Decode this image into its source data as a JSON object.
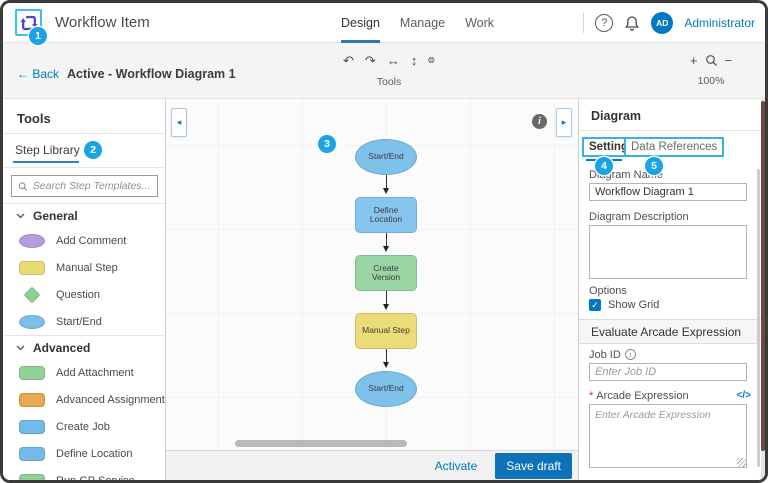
{
  "app": {
    "title": "Workflow Item",
    "avatar_initials": "AD",
    "user_name": "Administrator",
    "help_glyph": "?"
  },
  "nav": {
    "tabs": [
      {
        "label": "Design"
      },
      {
        "label": "Manage"
      },
      {
        "label": "Work"
      }
    ]
  },
  "toolbar": {
    "back_arrow": "←",
    "back_label": "Back",
    "breadcrumb": "Active - Workflow Diagram 1",
    "tools_label": "Tools",
    "zoom_in": "+",
    "zoom_out": "−",
    "zoom_level": "100%"
  },
  "icons": {
    "undo": "↶",
    "redo": "↷",
    "fit_horizontal": "↔",
    "fit_vertical": "↕",
    "collapse_left": "◂",
    "collapse_right": "▸",
    "info": "i",
    "check": "✓"
  },
  "callouts": [
    "1",
    "2",
    "3",
    "4",
    "5"
  ],
  "step_library": {
    "panel_title": "Tools",
    "tab_label": "Step Library",
    "search_placeholder": "Search Step Templates...",
    "sections": [
      {
        "label": "General",
        "items": [
          {
            "label": "Add Comment",
            "shape": "ellipse",
            "color": "#b79ce0"
          },
          {
            "label": "Manual Step",
            "shape": "rect",
            "color": "#e9da71"
          },
          {
            "label": "Question",
            "shape": "diamond",
            "color": "#8ed28f"
          },
          {
            "label": "Start/End",
            "shape": "ellipse",
            "color": "#7cc0ea"
          }
        ]
      },
      {
        "label": "Advanced",
        "items": [
          {
            "label": "Add Attachment",
            "shape": "rect",
            "color": "#92d094"
          },
          {
            "label": "Advanced Assignment",
            "shape": "rect",
            "color": "#e9a950"
          },
          {
            "label": "Create Job",
            "shape": "rect",
            "color": "#74bae9"
          },
          {
            "label": "Define Location",
            "shape": "rect",
            "color": "#74bae9"
          },
          {
            "label": "Run GP Service",
            "shape": "rect",
            "color": "#92d094"
          }
        ]
      }
    ]
  },
  "canvas": {
    "nodes": [
      {
        "label": "Start/End",
        "shape": "ellipse",
        "color": "#7ec1eb"
      },
      {
        "label": "Define Location",
        "shape": "rect",
        "color": "#86c5ed"
      },
      {
        "label": "Create Version",
        "shape": "rect",
        "color": "#9ad6a3"
      },
      {
        "label": "Manual Step",
        "shape": "rect",
        "color": "#ebdc78"
      },
      {
        "label": "Start/End",
        "shape": "ellipse",
        "color": "#7ec1eb"
      }
    ]
  },
  "panel": {
    "title": "Diagram",
    "tabs": [
      {
        "label": "Settings"
      },
      {
        "label": "Data References"
      }
    ],
    "fields": {
      "name_label": "Diagram Name",
      "name_value": "Workflow Diagram 1",
      "description_label": "Diagram Description",
      "options_label": "Options",
      "show_grid_label": "Show Grid"
    },
    "arcade": {
      "section_title": "Evaluate Arcade Expression",
      "job_id_label": "Job ID",
      "job_id_placeholder": "Enter Job ID",
      "required_marker": "*",
      "expression_label": "Arcade Expression",
      "expression_placeholder": "Enter Arcade Expression",
      "code_icon": "</>"
    }
  },
  "footer": {
    "activate_label": "Activate",
    "save_label": "Save draft"
  },
  "colors": {
    "accent": "#0079c1",
    "callout": "#1ba4e4",
    "save_button": "#0d72b8",
    "logo": "#4b3fd1",
    "highlight_box": "#35b1e8"
  }
}
